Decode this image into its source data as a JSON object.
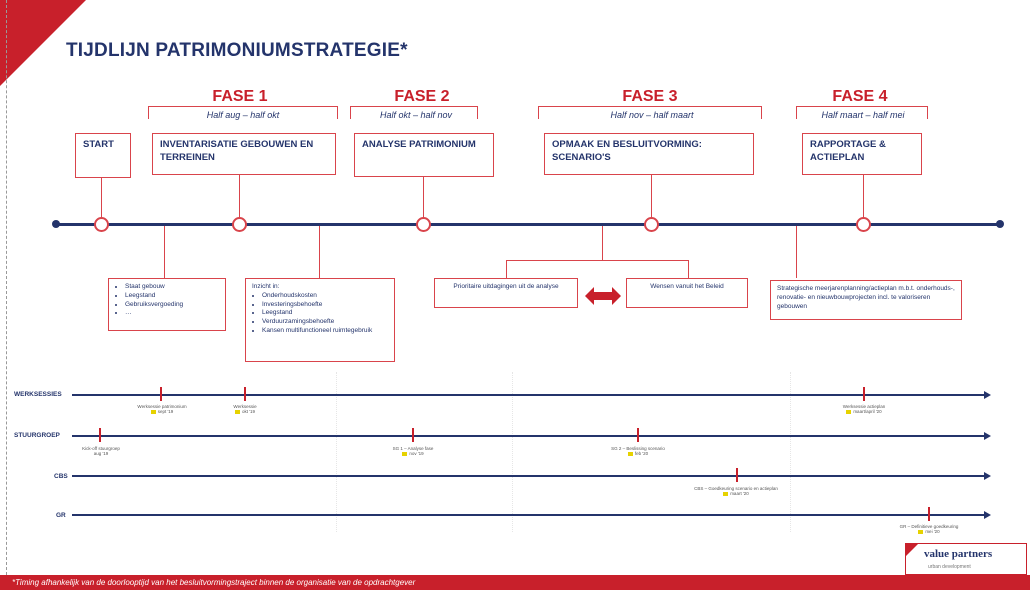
{
  "title": "TIJDLIJN PATRIMONIUMSTRATEGIE*",
  "phases": [
    {
      "name": "FASE 1",
      "period": "Half aug – half okt"
    },
    {
      "name": "FASE 2",
      "period": "Half okt – half nov"
    },
    {
      "name": "FASE 3",
      "period": "Half nov – half maart"
    },
    {
      "name": "FASE 4",
      "period": "Half maart – half mei"
    }
  ],
  "milestones": {
    "start": "START",
    "inventarisatie": "INVENTARISATIE GEBOUWEN EN TERREINEN",
    "analyse": "ANALYSE PATRIMONIUM",
    "opmaak": "OPMAAK EN BESLUITVORMING: SCENARIO'S",
    "rapportage": "RAPPORTAGE & ACTIEPLAN"
  },
  "notes": {
    "start_list": [
      "Staat gebouw",
      "Leegstand",
      "Gebruiksvergoeding",
      "…"
    ],
    "insight_title": "Inzicht in:",
    "insight_list": [
      "Onderhoudskosten",
      "Investeringsbehoefte",
      "Leegstand",
      "Verduurzamingsbehoefte",
      "Kansen multifunctioneel ruimtegebruik"
    ],
    "priorities": "Prioritaire uitdagingen uit de analyse",
    "policy": "Wensen vanuit het Beleid",
    "strategic": "Strategische meerjarenplanning/actieplan m.b.t. onderhouds-, renovatie- en nieuwbouwprojecten incl. te valoriseren gebouwen"
  },
  "tracks": [
    {
      "name": "WERKSESSIES",
      "events": [
        "Werksessie patrimonium",
        "Werksessie",
        "Werksessie actieplan"
      ],
      "dates": [
        "sept '19",
        "okt '19",
        "maart/april '20"
      ]
    },
    {
      "name": "STUURGROEP",
      "events": [
        "Kick-off stuurgroep",
        "SG 1 – Analyse fase",
        "SG 2 – Beslissing scenario"
      ],
      "dates": [
        "aug '19",
        "nov '19",
        "feb '20"
      ]
    },
    {
      "name": "CBS",
      "events": [
        "CBS – Goedkeuring scenario en actieplan"
      ],
      "dates": [
        "maart '20"
      ]
    },
    {
      "name": "GR",
      "events": [
        "GR – Definitieve goedkeuring"
      ],
      "dates": [
        "mei '20"
      ]
    }
  ],
  "footer": "*Timing afhankelijk van de doorlooptijd van het besluitvormingstraject binnen de organisatie van de opdrachtgever",
  "logo": {
    "main": "value partners",
    "sub": "urban development"
  },
  "colors": {
    "accent": "#c8202b",
    "navy": "#24346b",
    "marker": "#e6d200"
  }
}
